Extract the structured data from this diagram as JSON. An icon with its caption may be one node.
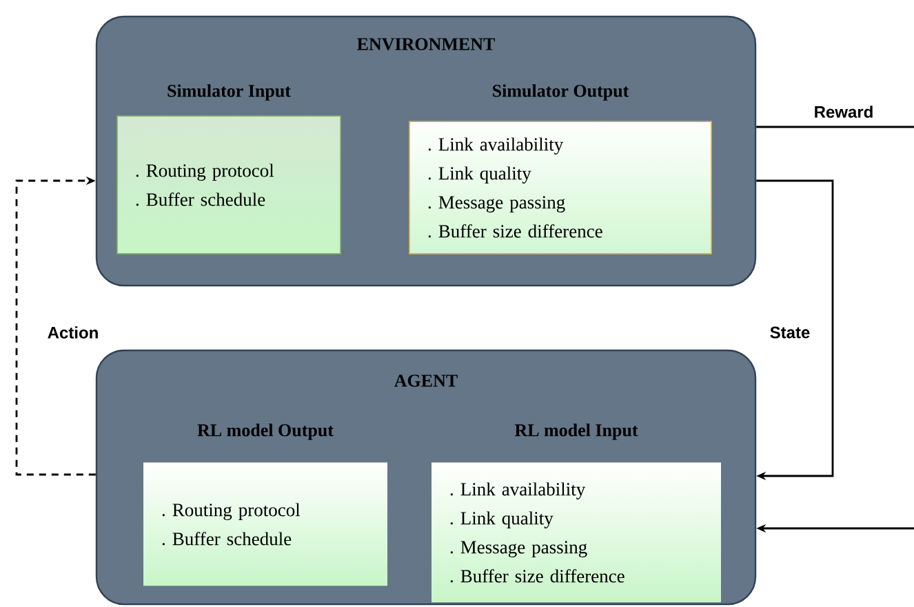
{
  "diagram": {
    "nodes": [
      {
        "text": [
          "ENVIRONMENT"
        ]
      },
      {
        "text": [
          "Simulator Input",
          ". Routing protocol",
          ". Buffer schedule"
        ],
        "in": 0
      },
      {
        "text": [
          "Simulator Output",
          ". Link availability",
          ". Link quality",
          ". Message passing",
          ". Buffer size difference"
        ],
        "in": 0
      },
      {
        "text": [
          "AGENT"
        ]
      },
      {
        "text": [
          "RL model Output",
          ". Routing protocol",
          ". Buffer schedule"
        ],
        "in": 3
      },
      {
        "text": [
          "RL model Input",
          ". Link availability",
          ". Link quality",
          ". Message passing",
          ". Buffer size difference"
        ],
        "in": 3
      }
    ],
    "edges": [
      {
        "from": 0,
        "to": null,
        "arrow": "none",
        "label": "Reward"
      },
      {
        "from": 0,
        "to": 3,
        "arrow": "to",
        "label": "State"
      },
      {
        "from": 3,
        "to": 0,
        "arrow": "to",
        "label": "Action",
        "style": "dashed"
      },
      {
        "from": null,
        "to": 3,
        "arrow": "to"
      }
    ]
  }
}
